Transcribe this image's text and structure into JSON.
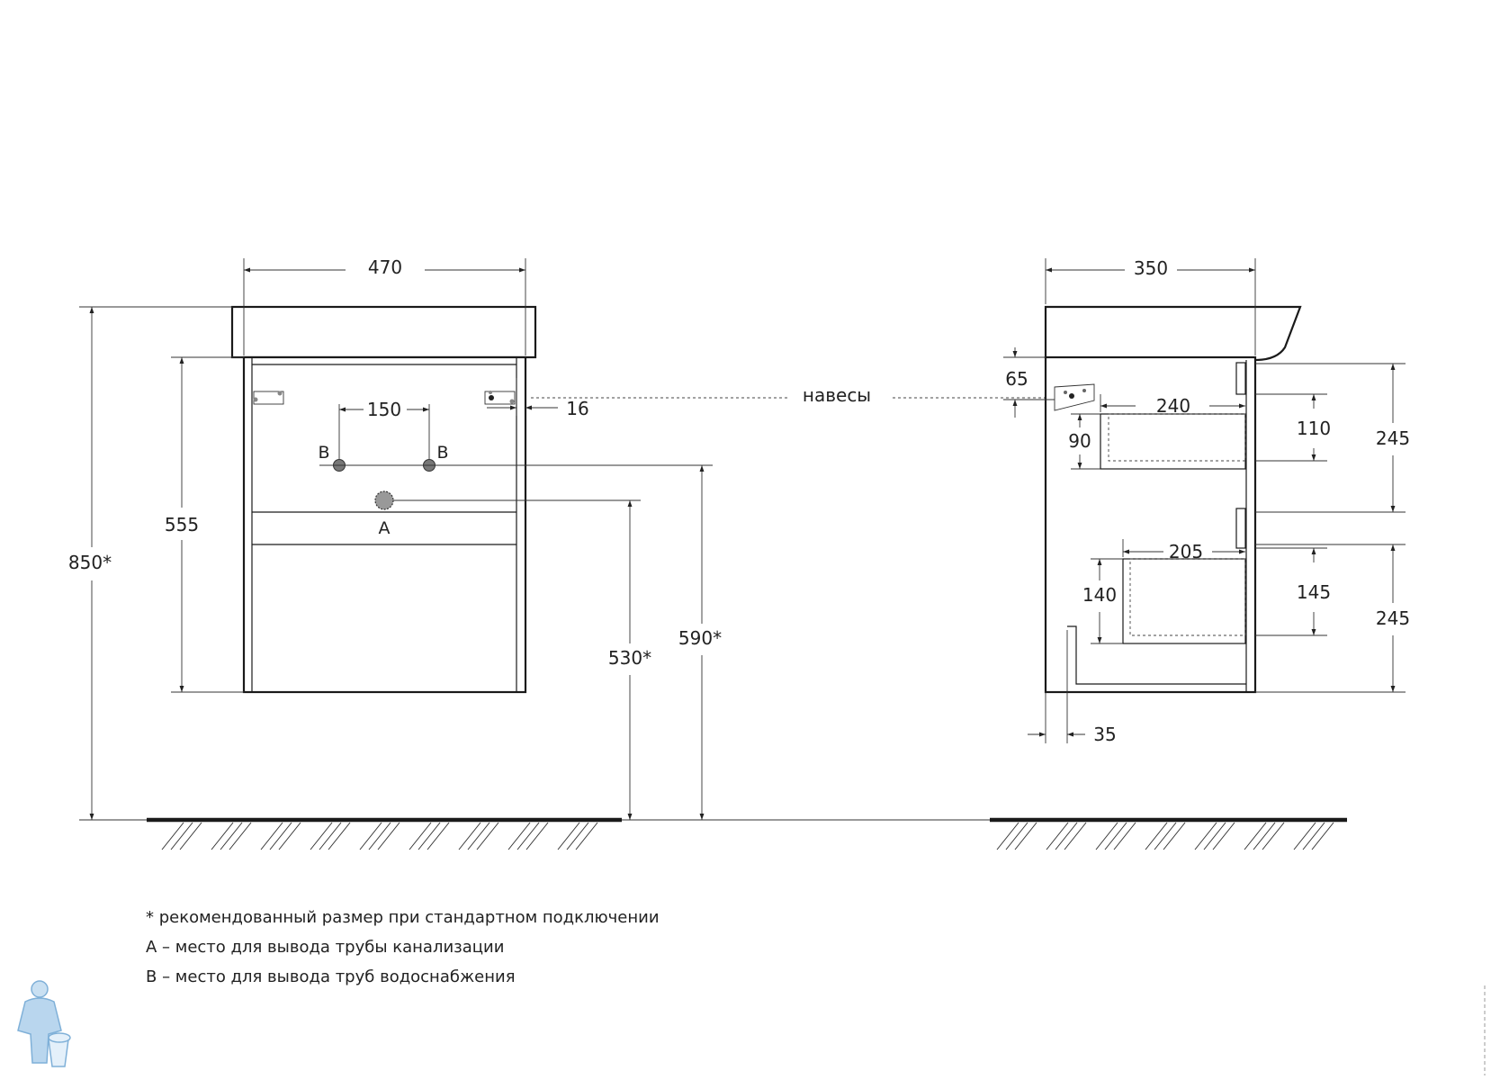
{
  "front_view": {
    "width": "470",
    "height_total": "850*",
    "cabinet_height": "555",
    "water_spacing": "150",
    "hanger_offset": "16",
    "drain_height": "530*",
    "water_height": "590*",
    "water_label_left": "B",
    "water_label_right": "B",
    "drain_label": "A"
  },
  "hangers_label": "навесы",
  "side_view": {
    "depth": "350",
    "hanger_height": "65",
    "upper_drawer_depth": "240",
    "upper_drawer_height_left": "90",
    "upper_drawer_height_right": "110",
    "upper_section_height": "245",
    "lower_drawer_depth": "205",
    "lower_drawer_height_left": "140",
    "lower_drawer_height_right": "145",
    "lower_section_height": "245",
    "plinth_offset": "35"
  },
  "notes": [
    "* рекомендованный размер при стандартном подключении",
    "А – место для вывода трубы канализации",
    "В – место для вывода труб водоснабжения"
  ],
  "colors": {
    "line": "#1a1a1a",
    "pipe": "#777777",
    "logo": "#9cc4e4"
  },
  "icons": [
    "plumber-logo-icon",
    "arrow-icon"
  ]
}
